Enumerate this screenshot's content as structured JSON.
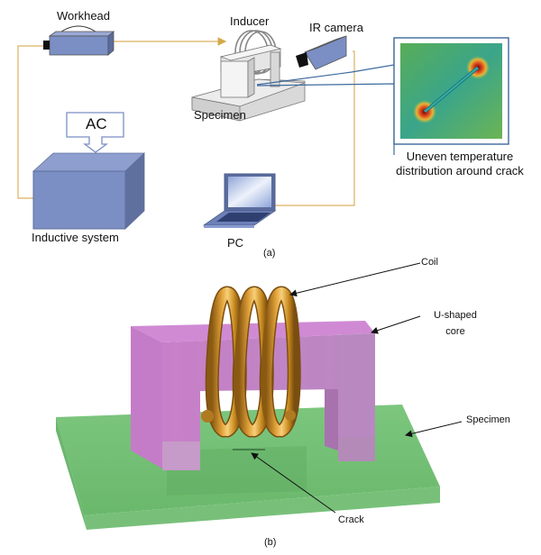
{
  "figure_a": {
    "caption": "(a)",
    "labels": {
      "workhead": "Workhead",
      "inducer": "Inducer",
      "ir_camera": "IR camera",
      "specimen": "Specimen",
      "ac": "AC",
      "inductive_system": "Inductive system",
      "pc": "PC",
      "thermal_caption_line1": "Uneven temperature",
      "thermal_caption_line2": "distribution around crack"
    },
    "colors": {
      "wire": "#d4a84a",
      "device_blue": "#7b8fc4",
      "device_blue_dark": "#5a6c9e",
      "callout_blue": "#3d6a9e",
      "heatmap_green": "#5cad5a"
    }
  },
  "figure_b": {
    "caption": "(b)",
    "labels": {
      "coil": "Coil",
      "core_line1": "U-shaped",
      "core_line2": "core",
      "specimen": "Specimen",
      "crack": "Crack"
    },
    "colors": {
      "core": "#c584c9",
      "coil": "#c98a1e",
      "specimen": "#7cc67e"
    }
  }
}
